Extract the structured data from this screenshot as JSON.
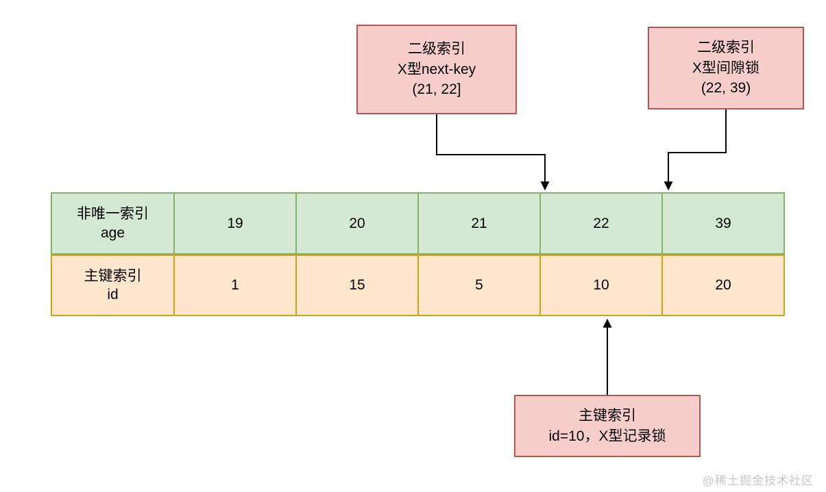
{
  "diagram": {
    "callout_next_key": {
      "line1": "二级索引",
      "line2": "X型next-key",
      "line3": "(21, 22]"
    },
    "callout_gap_lock": {
      "line1": "二级索引",
      "line2": "X型间隙锁",
      "line3": "(22, 39)"
    },
    "callout_record_lock": {
      "line1": "主键索引",
      "line2": "id=10，X型记录锁"
    }
  },
  "table": {
    "row_age": {
      "header_line1": "非唯一索引",
      "header_line2": "age",
      "values": [
        "19",
        "20",
        "21",
        "22",
        "39"
      ]
    },
    "row_id": {
      "header_line1": "主键索引",
      "header_line2": "id",
      "values": [
        "1",
        "15",
        "5",
        "10",
        "20"
      ]
    }
  },
  "watermark": "@稀土掘金技术社区",
  "colors": {
    "green_fill": "#d5e8d4",
    "green_border": "#82b366",
    "orange_fill": "#ffe6cc",
    "orange_border": "#d1a117",
    "pink_fill": "#f8cecc",
    "pink_border": "#b85450",
    "connector": "#000000",
    "watermark_text": "#c9c9c9"
  }
}
